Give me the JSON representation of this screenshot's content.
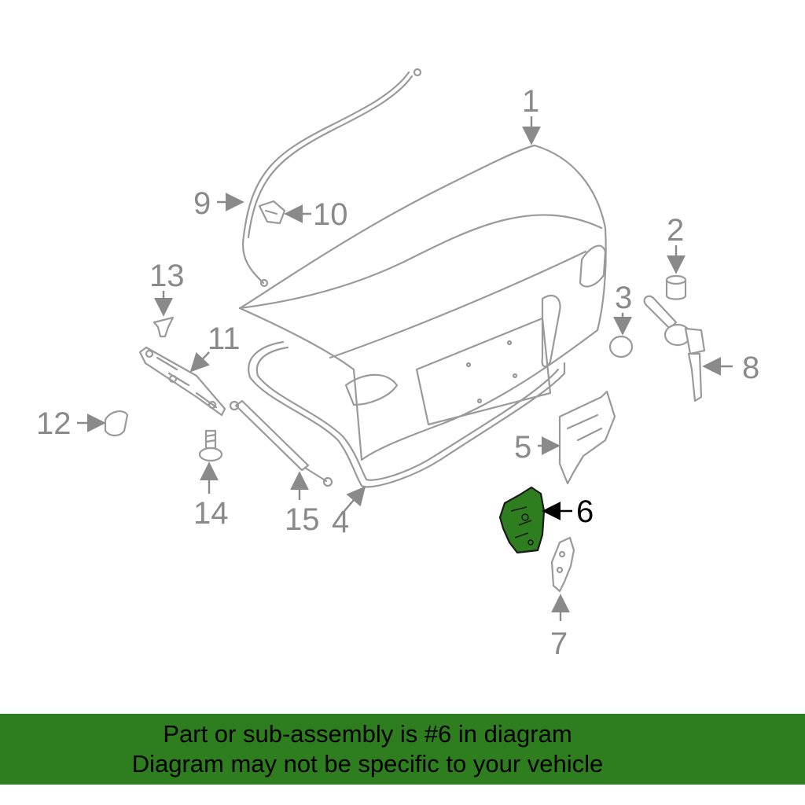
{
  "diagram": {
    "labels": [
      "1",
      "2",
      "3",
      "4",
      "5",
      "6",
      "7",
      "8",
      "9",
      "10",
      "11",
      "12",
      "13",
      "14",
      "15"
    ],
    "highlighted_part": "6",
    "highlight_color": "#2e7d1f",
    "line_color": "#9a9a9a"
  },
  "banner": {
    "line1": "Part or sub-assembly is #6 in diagram",
    "line2": "Diagram may not be specific to your vehicle",
    "background_color": "#2e7d1f"
  }
}
